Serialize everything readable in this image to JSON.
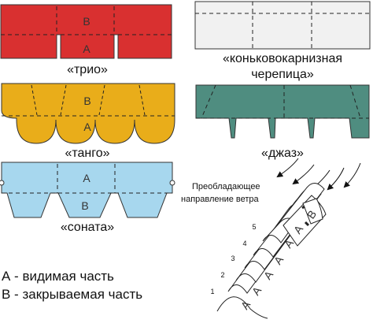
{
  "colors": {
    "trio": "#d93030",
    "tango": "#e9ad1a",
    "sonata": "#a7d7ee",
    "ridge": "#f1f1f1",
    "jazz": "#4f8d80",
    "outline": "#333333"
  },
  "shingles": {
    "trio": {
      "caption": "«трио»",
      "label_b": "B",
      "label_a": "A"
    },
    "tango": {
      "caption": "«танго»",
      "label_b": "B",
      "label_a": "A"
    },
    "sonata": {
      "caption": "«соната»",
      "label_a": "A",
      "label_b": "B"
    },
    "ridge": {
      "caption_line1": "«коньковокарнизная",
      "caption_line2": "черепица»"
    },
    "jazz": {
      "caption": "«джаз»"
    }
  },
  "roof": {
    "wind_line1": "Преобладающее",
    "wind_line2": "направление ветра",
    "row_numbers": [
      "1",
      "2",
      "3",
      "4",
      "5"
    ],
    "tile_labels": [
      "A",
      "A",
      "A",
      "A",
      "A",
      "A",
      "B"
    ]
  },
  "legend": {
    "a": "А - видимая часть",
    "b": "В - закрываемая часть"
  }
}
